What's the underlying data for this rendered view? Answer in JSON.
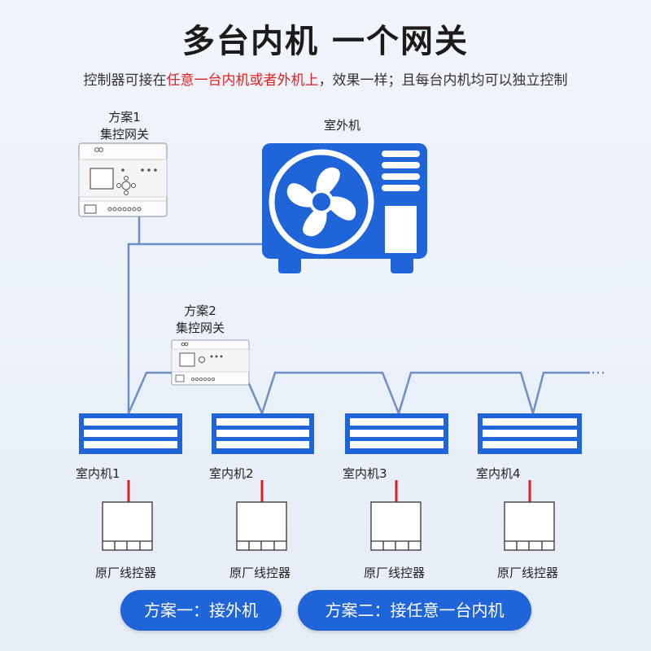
{
  "title": "多台内机 一个网关",
  "subtitle": {
    "prefix": "控制器可接在",
    "highlight": "任意一台内机或者外机上",
    "suffix": "，效果一样；且每台内机均可以独立控制"
  },
  "scheme1": {
    "line1": "方案1",
    "line2": "集控网关"
  },
  "scheme2": {
    "line1": "方案2",
    "line2": "集控网关"
  },
  "outdoor_label": "室外机",
  "indoor_units": [
    {
      "label": "室内机1",
      "controller": "原厂线控器"
    },
    {
      "label": "室内机2",
      "controller": "原厂线控器"
    },
    {
      "label": "室内机3",
      "controller": "原厂线控器"
    },
    {
      "label": "室内机4",
      "controller": "原厂线控器"
    }
  ],
  "buttons": {
    "option1": "方案一：接外机",
    "option2": "方案二：接任意一台内机"
  },
  "colors": {
    "unit_blue": "#1f64d8",
    "wire": "#6f8fc4",
    "red_wire": "#e02020"
  }
}
